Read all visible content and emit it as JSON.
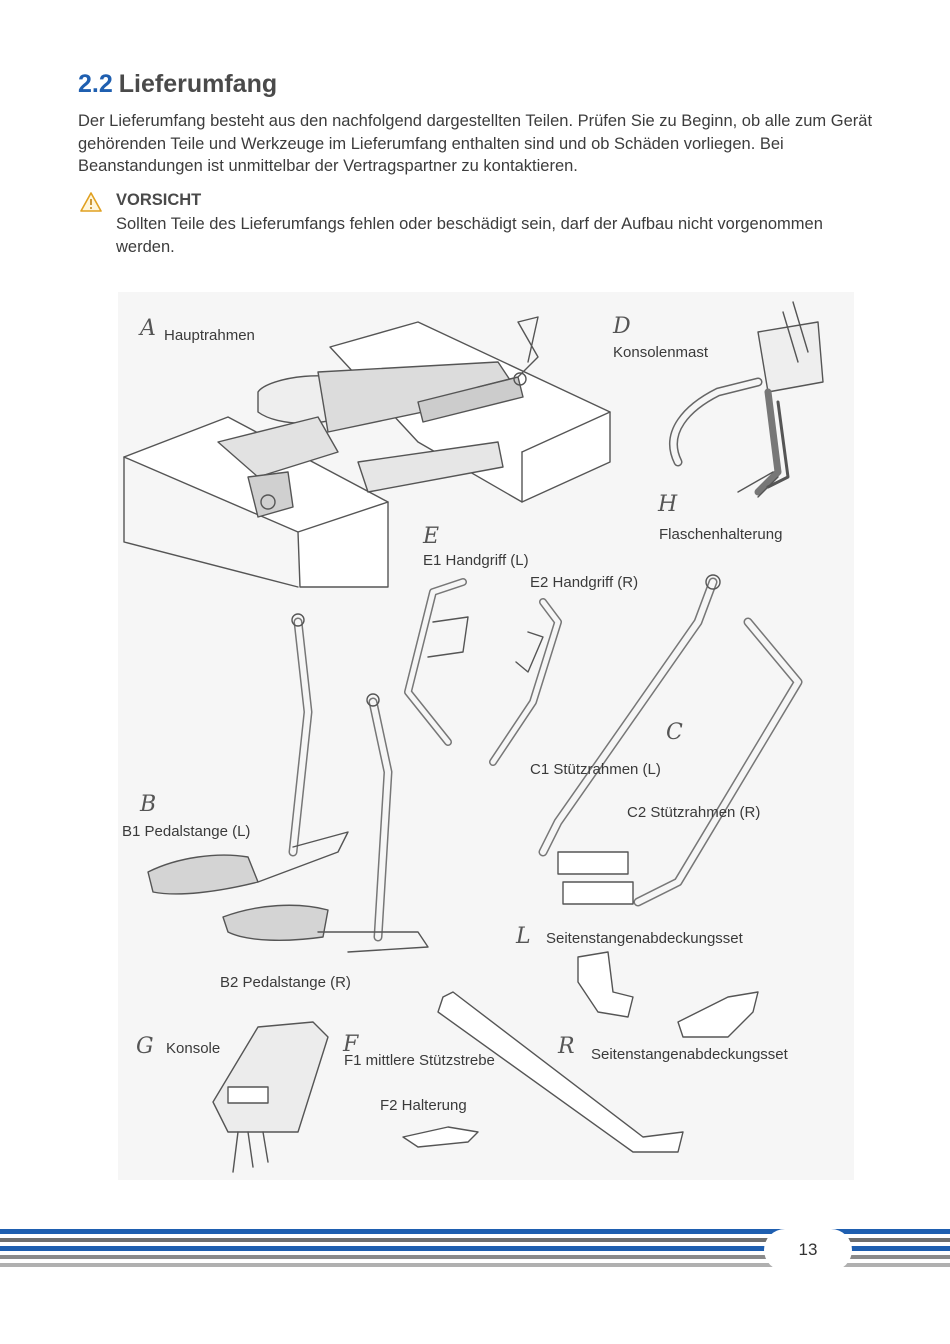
{
  "section": {
    "number": "2.2",
    "title": "Lieferumfang"
  },
  "intro": "Der Lieferumfang besteht aus den nachfolgend dargestellten Teilen. Prüfen Sie zu Beginn, ob alle zum Gerät gehörenden Teile und Werkzeuge im Lieferumfang enthalten sind und ob Schäden vorliegen. Bei Beanstandungen ist unmittelbar der Vertragspartner zu kontaktieren.",
  "warning": {
    "title": "VORSICHT",
    "text": "Sollten Teile des Lieferumfangs fehlen oder beschädigt sein, darf der Aufbau nicht vorgenommen werden."
  },
  "parts": {
    "A": {
      "letter": "A",
      "label": "Hauptrahmen"
    },
    "D": {
      "letter": "D",
      "label": "Konsolenmast"
    },
    "H": {
      "letter": "H",
      "label": "Flaschenhalterung"
    },
    "E": {
      "letter": "E",
      "label_e1": "E1 Handgriff (L)",
      "label_e2": "E2 Handgriff (R)"
    },
    "C": {
      "letter": "C",
      "label_c1": "C1 Stützrahmen (L)",
      "label_c2": "C2 Stützrahmen (R)"
    },
    "B": {
      "letter": "B",
      "label_b1": "B1 Pedalstange (L)",
      "label_b2": "B2 Pedalstange (R)"
    },
    "L": {
      "letter": "L",
      "label": "Seitenstangenabdeckungsset"
    },
    "G": {
      "letter": "G",
      "label": "Konsole"
    },
    "F": {
      "letter": "F",
      "label_f1": "F1 mittlere Stützstrebe",
      "label_f2": "F2 Halterung"
    },
    "R": {
      "letter": "R",
      "label": "Seitenstangenabdeckungsset"
    }
  },
  "page_number": "13",
  "colors": {
    "accent": "#1f5fb0",
    "stripe_gray": "#8a8a8a",
    "warning": "#e0a020"
  }
}
